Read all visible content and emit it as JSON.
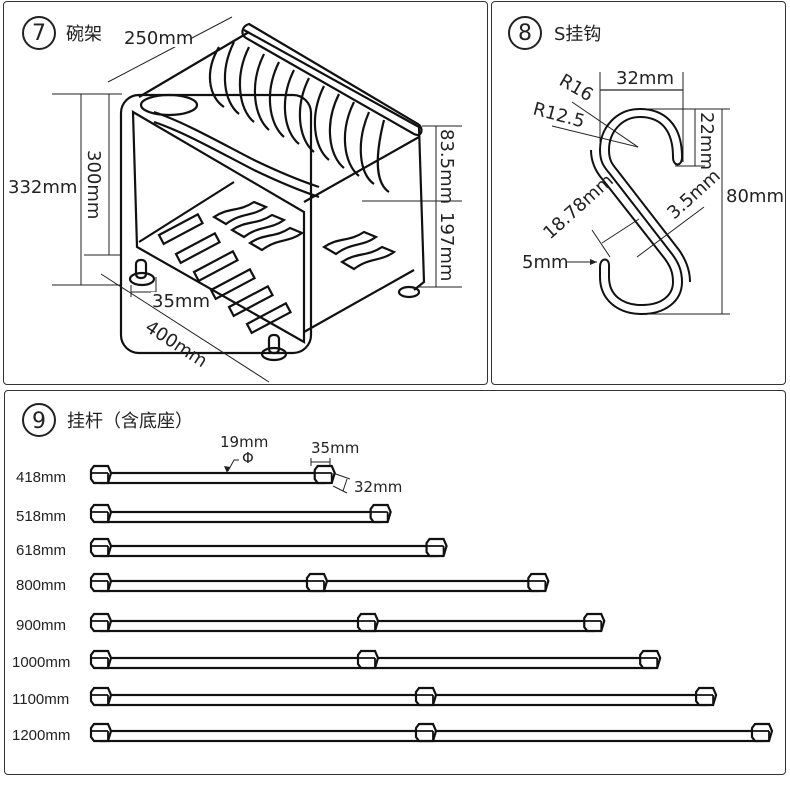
{
  "panels": {
    "dish_rack": {
      "number": "7",
      "title": "碗架",
      "dims": {
        "width": "250mm",
        "total_height": "332mm",
        "frame_height": "300mm",
        "top_tier": "83.5mm",
        "bottom_tier": "197mm",
        "foot": "35mm",
        "length": "400mm"
      }
    },
    "s_hook": {
      "number": "8",
      "title": "S挂钩",
      "dims": {
        "width": "32mm",
        "outer_radius": "R16",
        "inner_radius": "R12.5",
        "hook_depth": "22mm",
        "height": "80mm",
        "gap": "18.78mm",
        "wire": "3.5mm",
        "tip": "5mm"
      }
    },
    "hanging_rod": {
      "number": "9",
      "title": "挂杆（含底座）",
      "annotations": {
        "diameter": "19mm",
        "diameter_symbol": "Φ",
        "cap_width": "35mm",
        "cap_height": "32mm"
      },
      "rods": [
        {
          "label": "418mm",
          "length_mm": 418,
          "segments": 1
        },
        {
          "label": "518mm",
          "length_mm": 518,
          "segments": 1
        },
        {
          "label": "618mm",
          "length_mm": 618,
          "segments": 1
        },
        {
          "label": "800mm",
          "length_mm": 800,
          "segments": 2
        },
        {
          "label": "900mm",
          "length_mm": 900,
          "segments": 2
        },
        {
          "label": "1000mm",
          "length_mm": 1000,
          "segments": 2
        },
        {
          "label": "1100mm",
          "length_mm": 1100,
          "segments": 2
        },
        {
          "label": "1200mm",
          "length_mm": 1200,
          "segments": 2
        }
      ]
    }
  }
}
